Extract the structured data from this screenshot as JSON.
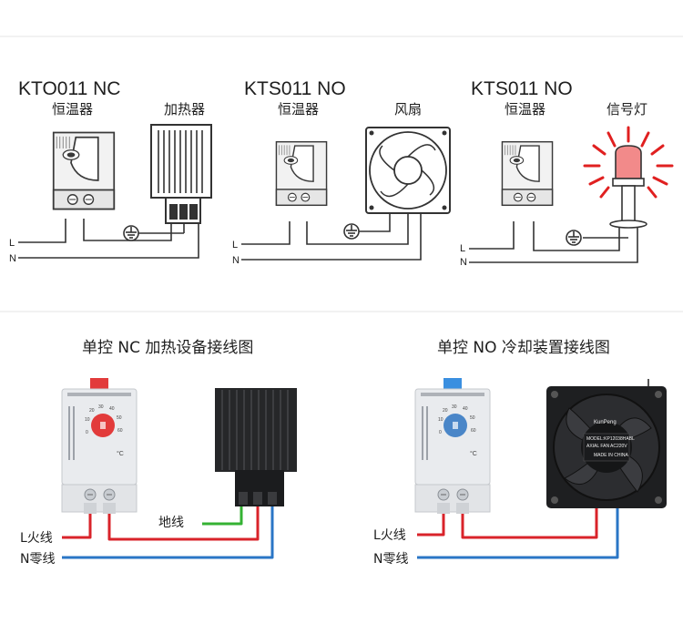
{
  "top": {
    "kto": {
      "model": "KTO011 NC",
      "left_label": "恒温器",
      "right_label": "加热器"
    },
    "kts": {
      "model": "KTS011 NO",
      "left_label": "恒温器",
      "right_label": "风扇"
    },
    "kts2": {
      "model": "KTS011 NO",
      "left_label": "恒温器",
      "right_label": "信号灯"
    },
    "line_label": "L",
    "neutral_label": "N"
  },
  "bottom": {
    "nc": {
      "heading": "单控 NC 加热设备接线图",
      "live_label": "L火线",
      "neutral_label": "N零线",
      "ground_label": "地线",
      "dial_color": "#e23b3b",
      "tab_color": "#e23b3b"
    },
    "no": {
      "heading": "单控 NO 冷却装置接线图",
      "live_label": "L火线",
      "neutral_label": "N零线",
      "dial_color": "#4a86c8",
      "tab_color": "#3a8fe0",
      "fan_brand": "KunPeng",
      "fan_model": "MODEL:KP12038HABL",
      "fan_type": "AXIAL FAN",
      "fan_voltage": "AC220V",
      "fan_origin": "MADE IN CHINA"
    },
    "dial_ticks": [
      "0",
      "10",
      "20",
      "30",
      "40",
      "50",
      "60"
    ],
    "unit": "°C"
  },
  "colors": {
    "live_wire": "#d9232a",
    "neutral_wire": "#2a76c6",
    "ground_wire": "#34b233",
    "schematic_line": "#333333"
  }
}
